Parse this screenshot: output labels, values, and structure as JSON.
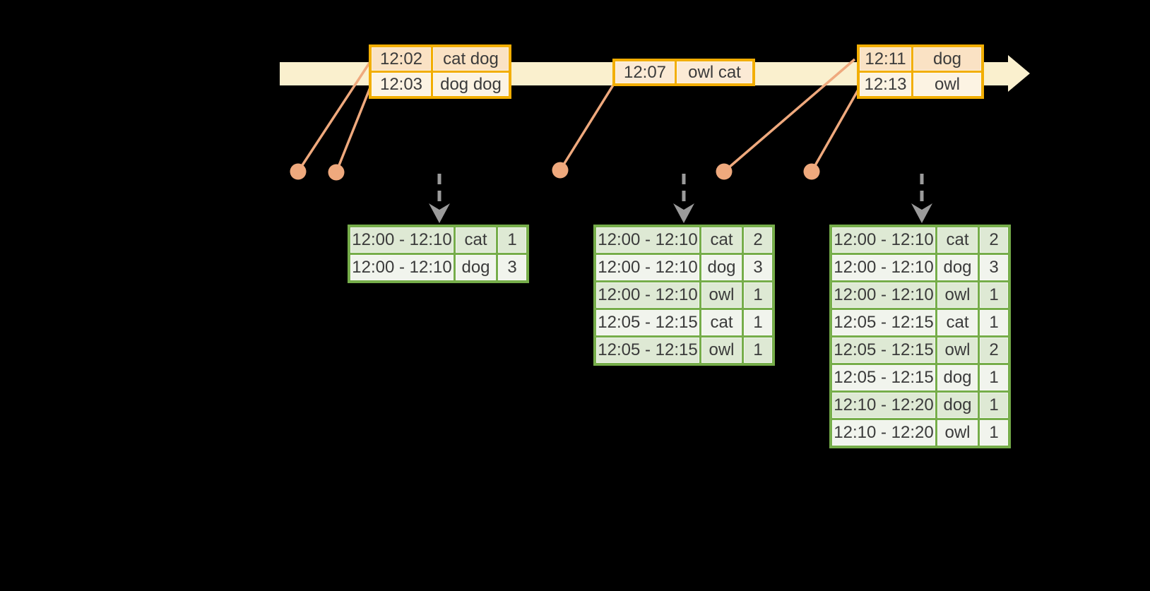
{
  "colors": {
    "background": "#000000",
    "timeline_fill": "#FAF0CE",
    "event_table_border": "#F2AE02",
    "event_row_peach": "#FAE2C4",
    "event_row_cream": "#FCF3E3",
    "event_row_mid": "#FBEAD5",
    "connector_orange": "#EFA97D",
    "result_table_border": "#76AD4A",
    "result_row_dark": "#DEE9D4",
    "result_row_light": "#F1F4ED",
    "trigger_arrow_gray": "#9B9B9B",
    "text": "#3B3B3B"
  },
  "event_tables": [
    {
      "rows": [
        {
          "time": "12:02",
          "words": "cat dog"
        },
        {
          "time": "12:03",
          "words": "dog dog"
        }
      ]
    },
    {
      "rows": [
        {
          "time": "12:07",
          "words": "owl cat"
        }
      ]
    },
    {
      "rows": [
        {
          "time": "12:11",
          "words": "dog"
        },
        {
          "time": "12:13",
          "words": "owl"
        }
      ]
    }
  ],
  "result_tables": [
    {
      "rows": [
        {
          "window": "12:00 - 12:10",
          "word": "cat",
          "count": "1"
        },
        {
          "window": "12:00 - 12:10",
          "word": "dog",
          "count": "3"
        }
      ]
    },
    {
      "rows": [
        {
          "window": "12:00 - 12:10",
          "word": "cat",
          "count": "2"
        },
        {
          "window": "12:00 - 12:10",
          "word": "dog",
          "count": "3"
        },
        {
          "window": "12:00 - 12:10",
          "word": "owl",
          "count": "1"
        },
        {
          "window": "12:05 - 12:15",
          "word": "cat",
          "count": "1"
        },
        {
          "window": "12:05 - 12:15",
          "word": "owl",
          "count": "1"
        }
      ]
    },
    {
      "rows": [
        {
          "window": "12:00 - 12:10",
          "word": "cat",
          "count": "2"
        },
        {
          "window": "12:00 - 12:10",
          "word": "dog",
          "count": "3"
        },
        {
          "window": "12:00 - 12:10",
          "word": "owl",
          "count": "1"
        },
        {
          "window": "12:05 - 12:15",
          "word": "cat",
          "count": "1"
        },
        {
          "window": "12:05 - 12:15",
          "word": "owl",
          "count": "2"
        },
        {
          "window": "12:05 - 12:15",
          "word": "dog",
          "count": "1"
        },
        {
          "window": "12:10 - 12:20",
          "word": "dog",
          "count": "1"
        },
        {
          "window": "12:10 - 12:20",
          "word": "owl",
          "count": "1"
        }
      ]
    }
  ]
}
